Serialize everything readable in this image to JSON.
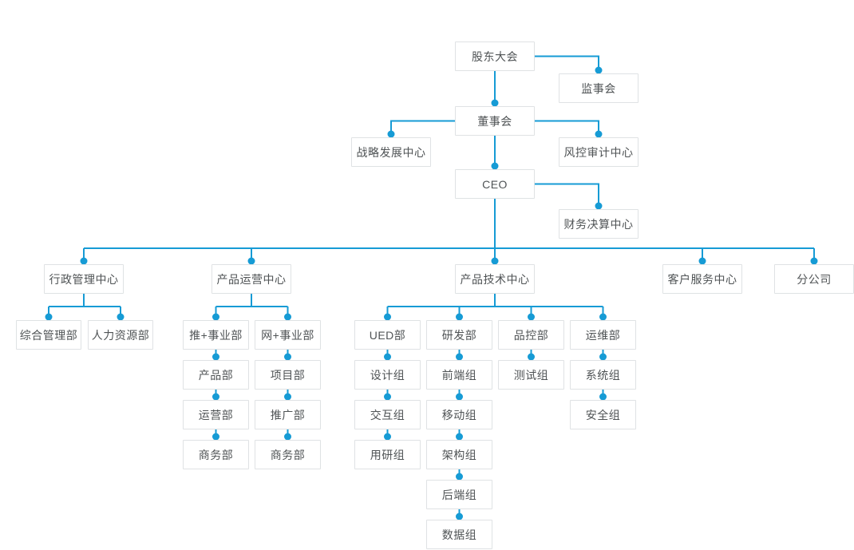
{
  "diagram": {
    "type": "org-chart",
    "accent_color": "#169bd5",
    "node_border_color": "#dfe2e4",
    "node_text_color": "#4f5355",
    "background_color": "#ffffff",
    "nodes": [
      {
        "id": "shareholders",
        "label": "股东大会"
      },
      {
        "id": "supervisors",
        "label": "监事会"
      },
      {
        "id": "board",
        "label": "董事会"
      },
      {
        "id": "strategy",
        "label": "战略发展中心"
      },
      {
        "id": "risk",
        "label": "风控审计中心"
      },
      {
        "id": "ceo",
        "label": "CEO"
      },
      {
        "id": "finance",
        "label": "财务决算中心"
      },
      {
        "id": "admin",
        "label": "行政管理中心"
      },
      {
        "id": "product_ops",
        "label": "产品运营中心"
      },
      {
        "id": "product_tech",
        "label": "产品技术中心"
      },
      {
        "id": "customer_service",
        "label": "客户服务中心"
      },
      {
        "id": "branch",
        "label": "分公司"
      },
      {
        "id": "general_mgmt",
        "label": "综合管理部"
      },
      {
        "id": "hr",
        "label": "人力资源部"
      },
      {
        "id": "tui_bu",
        "label": "推+事业部"
      },
      {
        "id": "wang_bu",
        "label": "网+事业部"
      },
      {
        "id": "product_dept",
        "label": "产品部"
      },
      {
        "id": "project_dept",
        "label": "项目部"
      },
      {
        "id": "ops_dept",
        "label": "运营部"
      },
      {
        "id": "promo_dept",
        "label": "推广部"
      },
      {
        "id": "biz_dept_tui",
        "label": "商务部"
      },
      {
        "id": "biz_dept_wang",
        "label": "商务部"
      },
      {
        "id": "ued",
        "label": "UED部"
      },
      {
        "id": "rnd",
        "label": "研发部"
      },
      {
        "id": "qc",
        "label": "品控部"
      },
      {
        "id": "devops",
        "label": "运维部"
      },
      {
        "id": "design",
        "label": "设计组"
      },
      {
        "id": "frontend",
        "label": "前端组"
      },
      {
        "id": "testing",
        "label": "测试组"
      },
      {
        "id": "system",
        "label": "系统组"
      },
      {
        "id": "interaction",
        "label": "交互组"
      },
      {
        "id": "mobile",
        "label": "移动组"
      },
      {
        "id": "security",
        "label": "安全组"
      },
      {
        "id": "user_research",
        "label": "用研组"
      },
      {
        "id": "architecture",
        "label": "架构组"
      },
      {
        "id": "backend",
        "label": "后端组"
      },
      {
        "id": "data",
        "label": "数据组"
      }
    ],
    "edges": [
      {
        "from": "shareholders",
        "to": "supervisors"
      },
      {
        "from": "shareholders",
        "to": "board"
      },
      {
        "from": "board",
        "to": "strategy"
      },
      {
        "from": "board",
        "to": "risk"
      },
      {
        "from": "board",
        "to": "ceo"
      },
      {
        "from": "ceo",
        "to": "finance"
      },
      {
        "from": "ceo",
        "to": "admin"
      },
      {
        "from": "ceo",
        "to": "product_ops"
      },
      {
        "from": "ceo",
        "to": "product_tech"
      },
      {
        "from": "ceo",
        "to": "customer_service"
      },
      {
        "from": "ceo",
        "to": "branch"
      },
      {
        "from": "admin",
        "to": "general_mgmt"
      },
      {
        "from": "admin",
        "to": "hr"
      },
      {
        "from": "product_ops",
        "to": "tui_bu"
      },
      {
        "from": "product_ops",
        "to": "wang_bu"
      },
      {
        "from": "tui_bu",
        "to": "product_dept"
      },
      {
        "from": "product_dept",
        "to": "ops_dept"
      },
      {
        "from": "ops_dept",
        "to": "biz_dept_tui"
      },
      {
        "from": "wang_bu",
        "to": "project_dept"
      },
      {
        "from": "project_dept",
        "to": "promo_dept"
      },
      {
        "from": "promo_dept",
        "to": "biz_dept_wang"
      },
      {
        "from": "product_tech",
        "to": "ued"
      },
      {
        "from": "product_tech",
        "to": "rnd"
      },
      {
        "from": "product_tech",
        "to": "qc"
      },
      {
        "from": "product_tech",
        "to": "devops"
      },
      {
        "from": "ued",
        "to": "design"
      },
      {
        "from": "design",
        "to": "interaction"
      },
      {
        "from": "interaction",
        "to": "user_research"
      },
      {
        "from": "rnd",
        "to": "frontend"
      },
      {
        "from": "frontend",
        "to": "mobile"
      },
      {
        "from": "mobile",
        "to": "architecture"
      },
      {
        "from": "architecture",
        "to": "backend"
      },
      {
        "from": "backend",
        "to": "data"
      },
      {
        "from": "qc",
        "to": "testing"
      },
      {
        "from": "devops",
        "to": "system"
      },
      {
        "from": "system",
        "to": "security"
      }
    ]
  }
}
